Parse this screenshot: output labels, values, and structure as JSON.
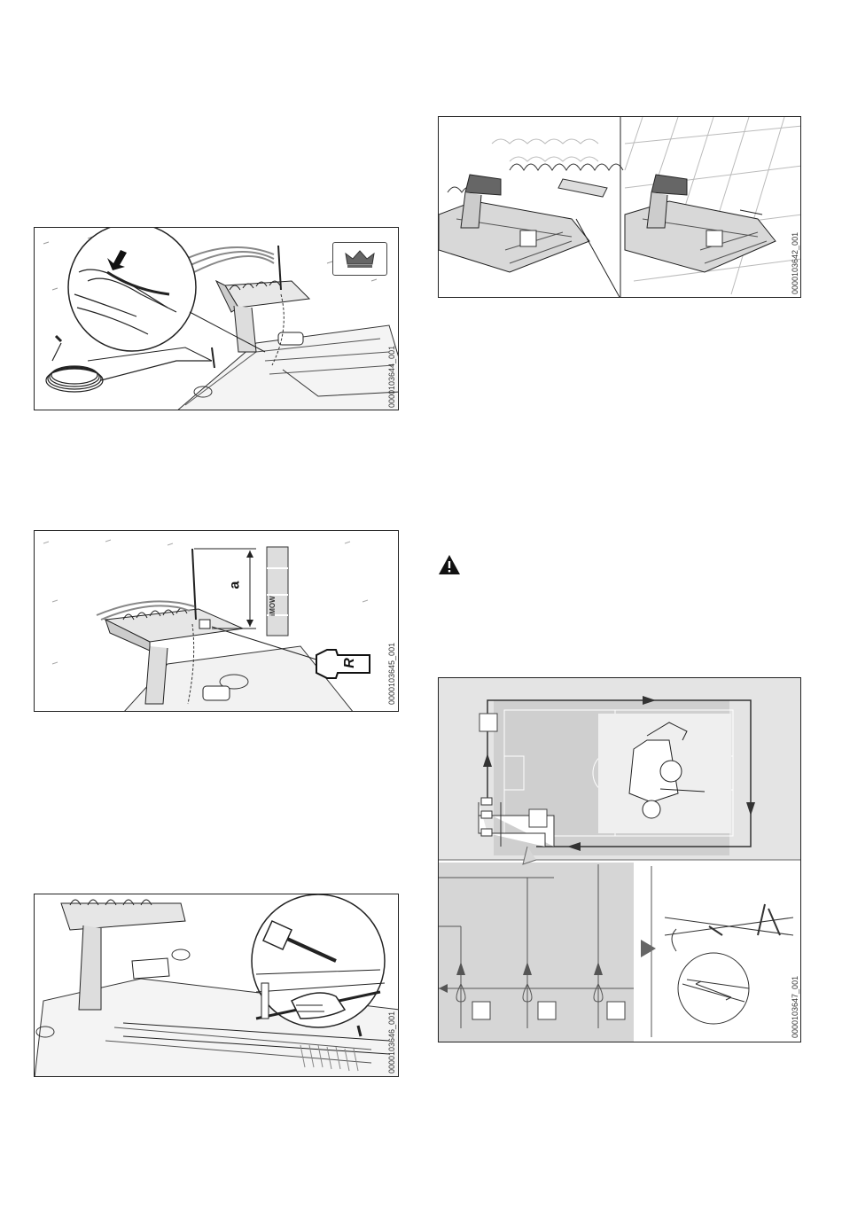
{
  "figures": {
    "fig1": {
      "code": "0000103644_001",
      "badge_icon": "crown-icon"
    },
    "fig2": {
      "code": "0000103645_001",
      "dimension_label": "a",
      "tag_letter": "R",
      "gauge_text": "iMOW"
    },
    "fig3": {
      "code": "0000103646_001"
    },
    "fig4": {
      "code": "0000103642_001"
    },
    "fig5": {
      "code": "0000103647_001"
    }
  },
  "warning": {
    "icon": "warning-triangle-icon"
  }
}
